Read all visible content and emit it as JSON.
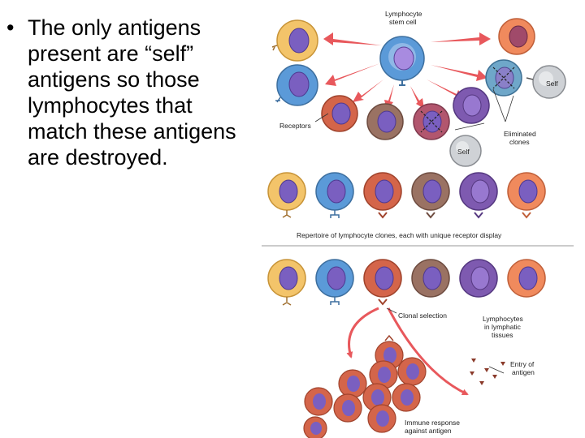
{
  "bullet": {
    "marker": "•",
    "lines": [
      "The only antigens",
      "present are “self”",
      "antigens so those",
      "lymphocytes that",
      "match these antigens",
      "are destroyed."
    ]
  },
  "figure": {
    "stem_cell_label": [
      "Lymphocyte",
      "stem cell"
    ],
    "receptors_label": "Receptors",
    "self_label_1": "Self",
    "self_label_2": "Self",
    "eliminated_label": [
      "Eliminated",
      "clones"
    ],
    "repertoire_label": "Repertoire of lymphocyte clones, each with unique receptor display",
    "clonal_selection_label": "Clonal selection",
    "lymphatic_label": [
      "Lymphocytes",
      "in lymphatic",
      "tissues"
    ],
    "antigen_entry_label": [
      "Entry of",
      "antigen"
    ],
    "immune_response_label": [
      "Immune response",
      "against antigen"
    ]
  },
  "colors": {
    "arrow_red": "#e8585c",
    "yellow_cell": "#f3c46a",
    "blue_cell": "#5b9ad8",
    "red_cell": "#d4654a",
    "brown_cell": "#9a7263",
    "purple_cell": "#7e5ab0",
    "orange_cell": "#f08a5d",
    "nucleus": "#7a5fc0"
  }
}
